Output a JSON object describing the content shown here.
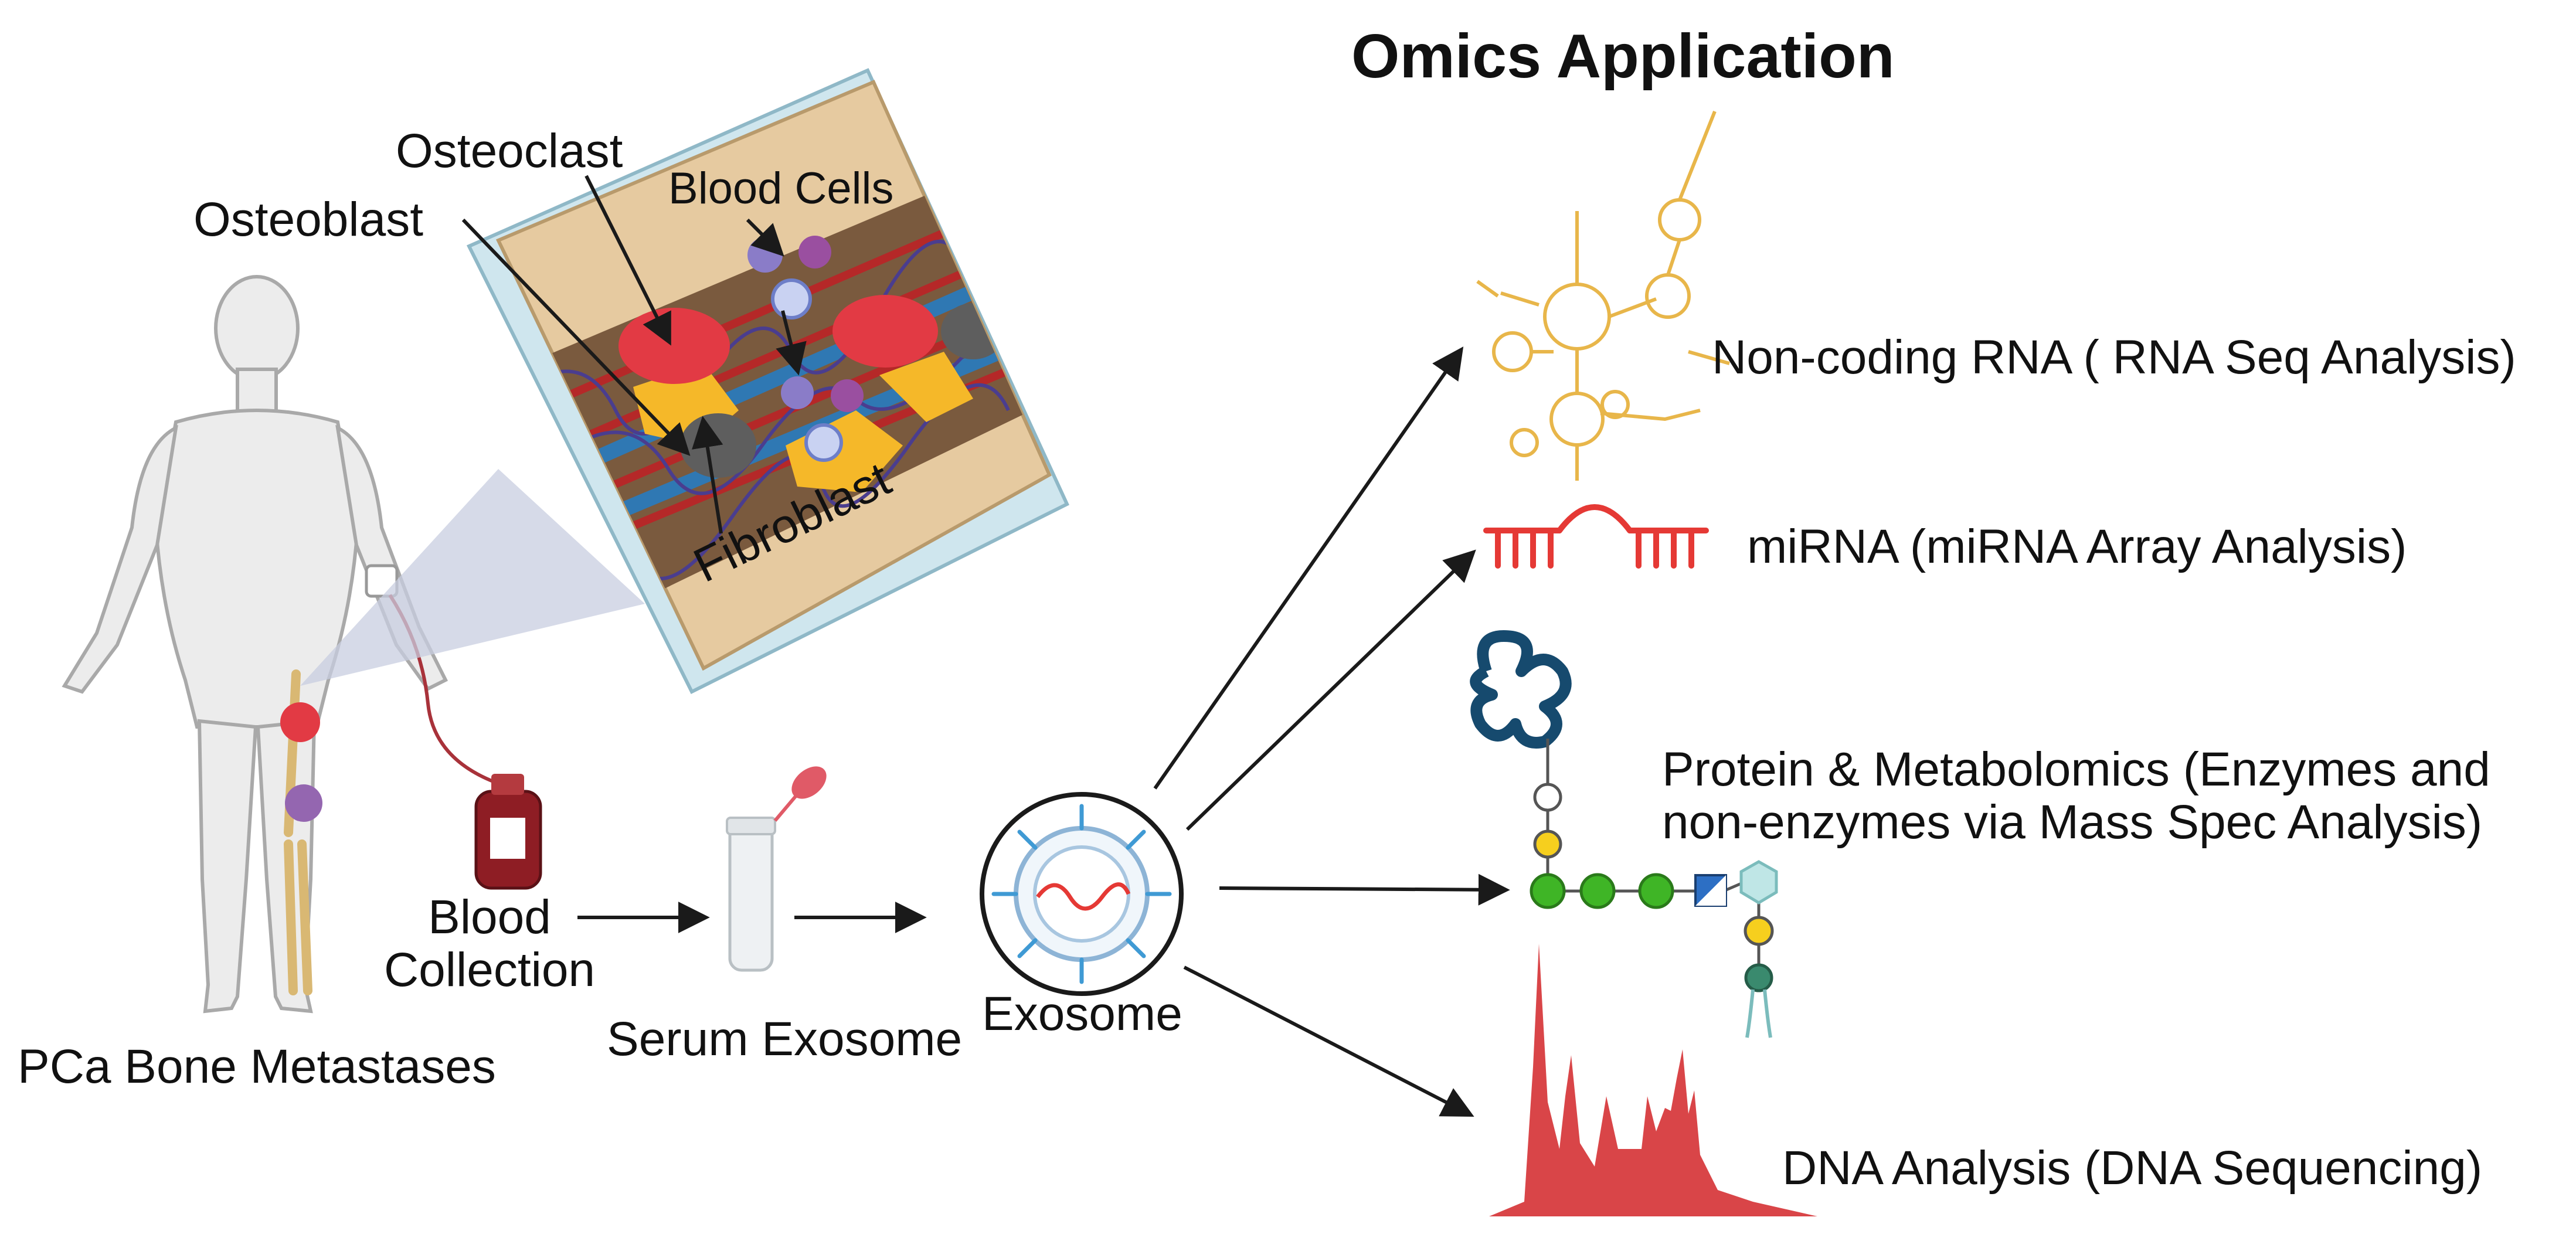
{
  "title": "Omics Application",
  "patient_label": "PCa Bone Metastases",
  "bone_section": {
    "osteoclast": "Osteoclast",
    "osteoblast": "Osteoblast",
    "blood_cells": "Blood Cells",
    "fibroblast": "Fibroblast"
  },
  "workflow": {
    "blood_collection_line1": "Blood",
    "blood_collection_line2": "Collection",
    "serum_exosome": "Serum Exosome",
    "exosome": "Exosome"
  },
  "applications": [
    {
      "label": "Non-coding RNA ( RNA Seq Analysis)"
    },
    {
      "label": "miRNA (miRNA Array Analysis)"
    },
    {
      "label_line1": "Protein  & Metabolomics (Enzymes and",
      "label_line2": "non-enzymes via Mass Spec Analysis)"
    },
    {
      "label": "DNA  Analysis (DNA Sequencing)"
    }
  ],
  "colors": {
    "arrow": "#1a1a1a",
    "rna": "#e8b64a",
    "mirna": "#e53935",
    "protein_coil": "#164a6e",
    "glycan_green": "#3fb526",
    "glycan_yellow": "#f6cf1e",
    "dna_peaks": "#d94548",
    "bone": "#e6caa0",
    "osteoclast": "#e23a44",
    "fibroblast": "#f5b829",
    "exosome_spike": "#3f9ad4"
  }
}
